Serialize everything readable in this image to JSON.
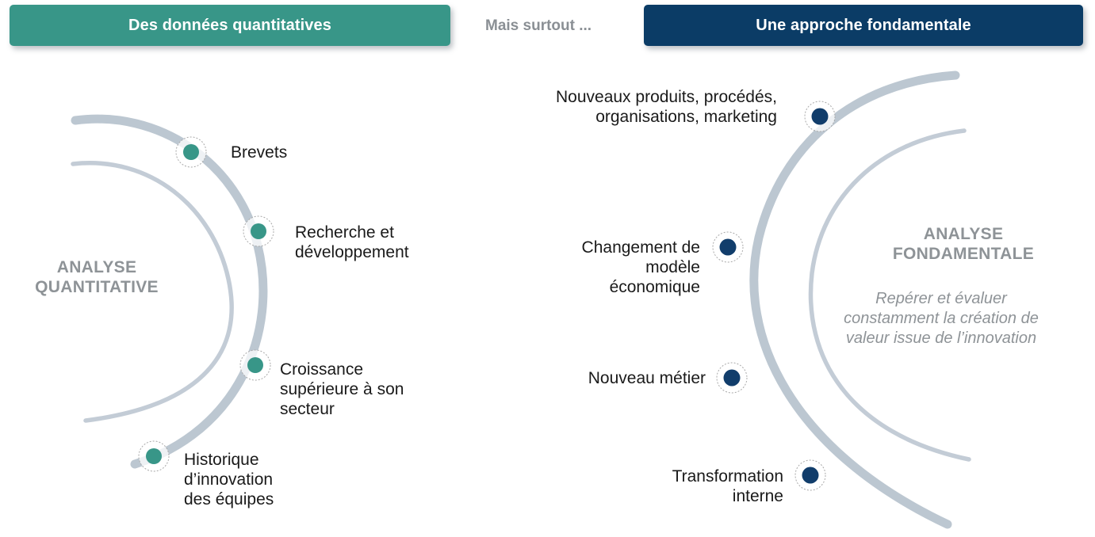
{
  "header": {
    "left_button": "Des données quantitatives",
    "middle_text": "Mais surtout ...",
    "right_button": "Une approche fondamentale",
    "left_button_color": "#389688",
    "right_button_color": "#0b3c66",
    "middle_text_color": "#8a8f94"
  },
  "panels": {
    "left": {
      "center_title": "ANALYSE\nQUANTITATIVE",
      "center_subtitle": "",
      "accent_color": "#389688",
      "arc_color": "#bcc7d1",
      "nodes": [
        {
          "label": "Brevets"
        },
        {
          "label": "Recherche et\ndéveloppement"
        },
        {
          "label": "Croissance\nsupérieure à son\nsecteur"
        },
        {
          "label": "Historique\nd’innovation\ndes équipes"
        }
      ]
    },
    "right": {
      "center_title": "ANALYSE\nFONDAMENTALE",
      "center_subtitle": "Repérer et évaluer\nconstamment la création de\nvaleur issue de l’innovation",
      "accent_color": "#113d6b",
      "arc_color": "#bcc7d1",
      "nodes": [
        {
          "label": "Nouveaux produits, procédés,\norganisations, marketing"
        },
        {
          "label": "Changement de\nmodèle\néconomique"
        },
        {
          "label": "Nouveau métier"
        },
        {
          "label": "Transformation\ninterne"
        }
      ]
    }
  }
}
